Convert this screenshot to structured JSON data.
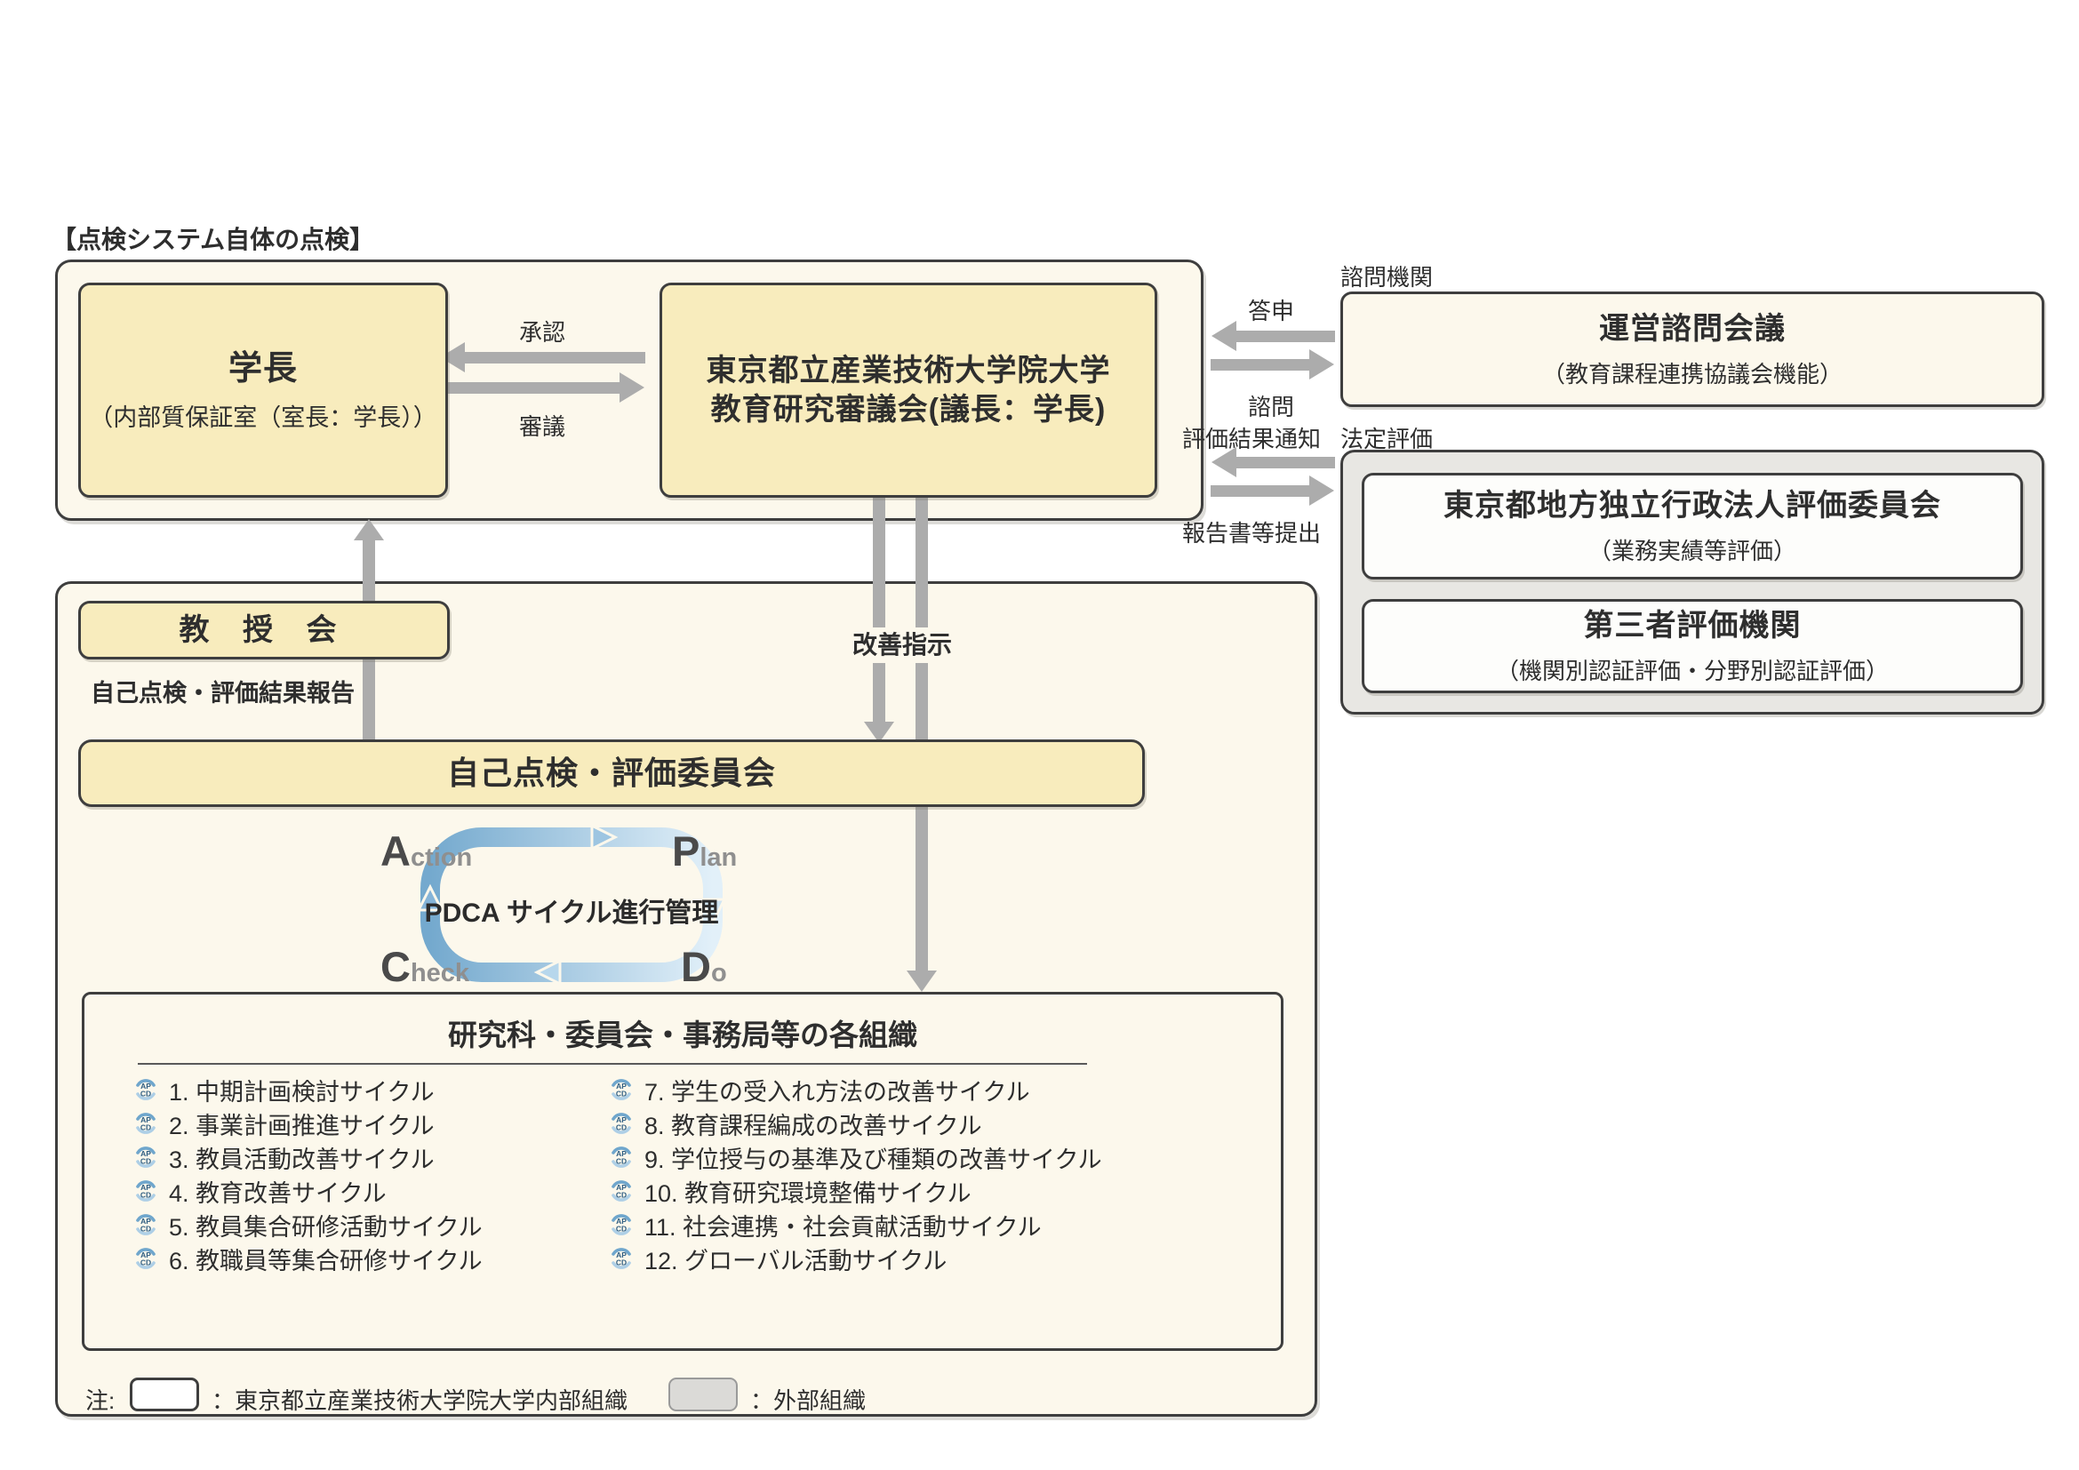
{
  "page_label": "【点検システム自体の点検】",
  "colors": {
    "cream": "#fcf8ec",
    "yellow": "#f8ecbd",
    "gray_fill": "#e8e7e3",
    "border": "#3e3e3e",
    "arrow": "#acacac",
    "pdca_dark": "#74a9ce",
    "pdca_light": "#e2f0f9"
  },
  "top": {
    "president_box": {
      "title": "学長",
      "subtitle": "（内部質保証室（室長：学長））"
    },
    "council_box": {
      "line1": "東京都立産業技術大学院大学",
      "line2": "教育研究審議会(議長：学長)"
    },
    "arrow_approval": "承認",
    "arrow_deliberation": "審議"
  },
  "advisory": {
    "label": "諮問機関",
    "box": {
      "title": "運営諮問会議",
      "subtitle": "（教育課程連携協議会機能）"
    },
    "arrow_answer": "答申",
    "arrow_consult": "諮問"
  },
  "legal": {
    "label": "法定評価",
    "arrow_notice": "評価結果通知",
    "arrow_submit": "報告書等提出",
    "eval_committee_box": {
      "title": "東京都地方独立行政法人評価委員会",
      "subtitle": "（業務実績等評価）"
    },
    "third_party_box": {
      "title": "第三者評価機関",
      "subtitle": "（機関別認証評価・分野別認証評価）"
    }
  },
  "lower": {
    "faculty_box": "教 授 会",
    "report_label": "自己点検・評価結果報告",
    "improvement_label": "改善指示",
    "committee_bar": "自己点検・評価委員会",
    "pdca": {
      "center": "PDCA サイクル進行管理",
      "action": {
        "initial": "A",
        "rest": "ction"
      },
      "plan": {
        "initial": "P",
        "rest": "lan"
      },
      "check": {
        "initial": "C",
        "rest": "heck"
      },
      "do": {
        "initial": "D",
        "rest": "o"
      },
      "mini_icon": {
        "top": "AP",
        "bottom": "CD"
      }
    },
    "org_box": {
      "title": "研究科・委員会・事務局等の各組織",
      "items_left": [
        "1. 中期計画検討サイクル",
        "2. 事業計画推進サイクル",
        "3. 教員活動改善サイクル",
        "4. 教育改善サイクル",
        "5. 教員集合研修活動サイクル",
        "6. 教職員等集合研修サイクル"
      ],
      "items_right": [
        "7. 学生の受入れ方法の改善サイクル",
        "8. 教育課程編成の改善サイクル",
        "9. 学位授与の基準及び種類の改善サイクル",
        "10. 教育研究環境整備サイクル",
        "11. 社会連携・社会貢献活動サイクル",
        "12. グローバル活動サイクル"
      ]
    },
    "legend": {
      "note": "注:",
      "internal": "：東京都立産業技術大学院大学内部組織",
      "external": "：外部組織"
    }
  }
}
